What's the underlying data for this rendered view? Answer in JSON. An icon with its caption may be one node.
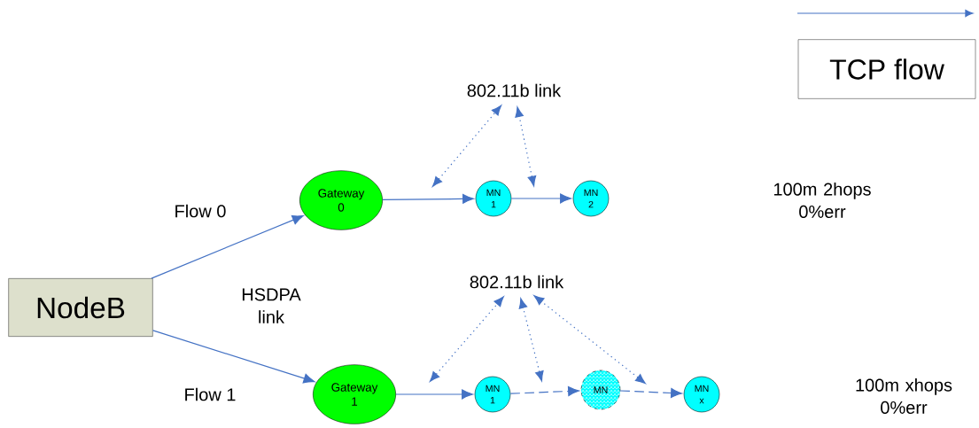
{
  "diagram": {
    "nodes": [
      {
        "text": [
          "NodeB"
        ]
      },
      {
        "text": [
          "Gateway 0"
        ]
      },
      {
        "text": [
          "MN 1"
        ]
      },
      {
        "text": [
          "MN 2"
        ]
      },
      {
        "text": [
          "Gateway 1"
        ]
      },
      {
        "text": [
          "MN 1"
        ]
      },
      {
        "text": [
          "MN"
        ]
      },
      {
        "text": [
          "MN x"
        ]
      },
      {
        "text": [
          "802.11b link"
        ]
      },
      {
        "text": [
          "802.11b link"
        ]
      }
    ],
    "edges": [
      {
        "from": 0,
        "to": 1,
        "arrow": "to"
      },
      {
        "from": 0,
        "to": 4,
        "arrow": "to"
      },
      {
        "from": 1,
        "to": 2,
        "arrow": "to"
      },
      {
        "from": 2,
        "to": 3,
        "arrow": "to"
      },
      {
        "from": 4,
        "to": 5,
        "arrow": "to"
      },
      {
        "from": 5,
        "to": 6,
        "arrow": "to",
        "style": "dashed"
      },
      {
        "from": 6,
        "to": 7,
        "arrow": "to",
        "style": "dashed"
      },
      {
        "from": null,
        "to": 8,
        "arrow": "both",
        "style": "dashed"
      },
      {
        "from": null,
        "to": 8,
        "arrow": "both",
        "style": "dashed"
      },
      {
        "from": null,
        "to": 9,
        "arrow": "both",
        "style": "dashed"
      },
      {
        "from": null,
        "to": 9,
        "arrow": "both",
        "style": "dashed"
      },
      {
        "from": null,
        "to": 9,
        "arrow": "both",
        "style": "dashed"
      }
    ],
    "labels": [
      "Flow 0",
      "100m 2hops 0%err",
      "HSDPA link",
      "Flow 1",
      "100m xhops 0%err"
    ],
    "legend": [
      {
        "text": "TCP flow"
      }
    ]
  }
}
